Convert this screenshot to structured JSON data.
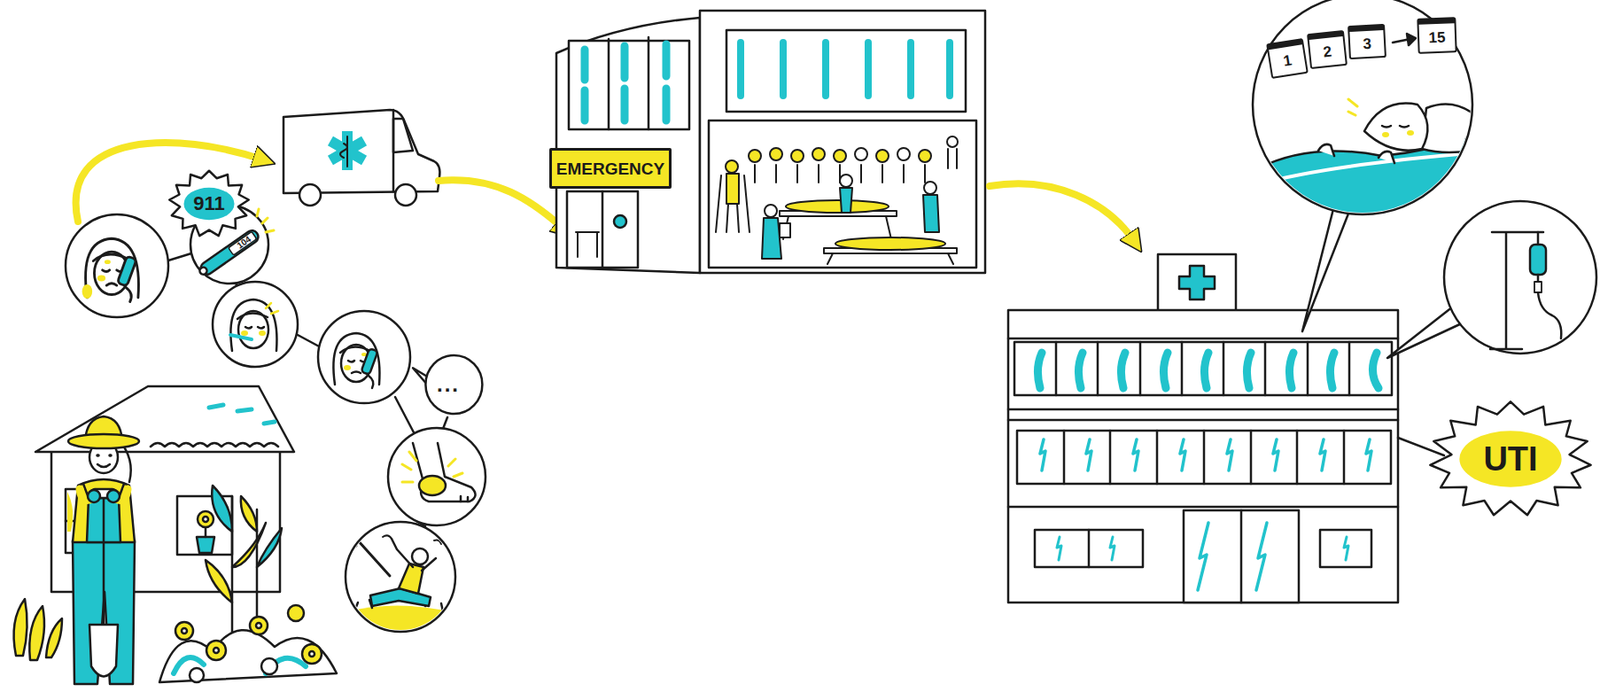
{
  "diagram": {
    "nodes": [
      {
        "text": [
          "911"
        ]
      },
      {
        "text": [
          "..."
        ]
      },
      {
        "text": [
          "EMERGENCY"
        ]
      },
      {
        "text": [
          "1"
        ]
      },
      {
        "text": [
          "2"
        ]
      },
      {
        "text": [
          "3"
        ]
      },
      {
        "text": [
          "15"
        ]
      },
      {
        "text": [
          "UTI"
        ]
      }
    ],
    "labels": [
      "104"
    ]
  }
}
